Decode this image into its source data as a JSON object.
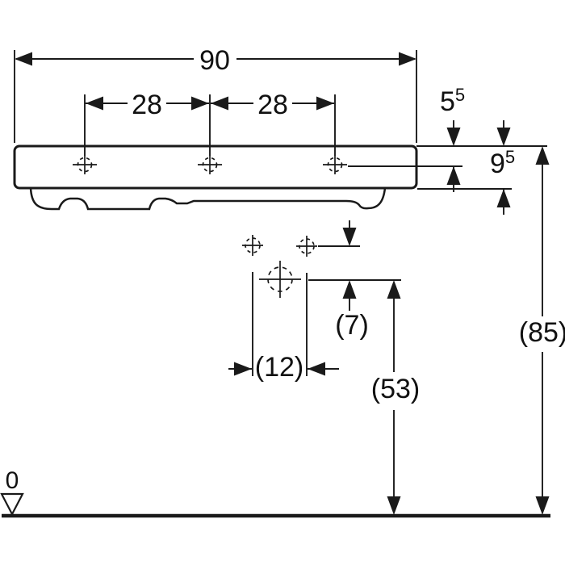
{
  "labels": {
    "overall_width": "90",
    "tap_spacing_left": "28",
    "tap_spacing_right": "28",
    "rim_to_taphole_base": "5",
    "rim_to_taphole_sup": "5",
    "front_height_base": "9",
    "front_height_sup": "5",
    "fixing_to_drain": "(7)",
    "fixing_spacing": "(12)",
    "drain_height_from_floor": "(53)",
    "rim_height_from_floor": "(85)",
    "floor_datum": "0"
  },
  "colors": {
    "line": "#1a1a1a",
    "text": "#111111",
    "background": "#ffffff"
  }
}
